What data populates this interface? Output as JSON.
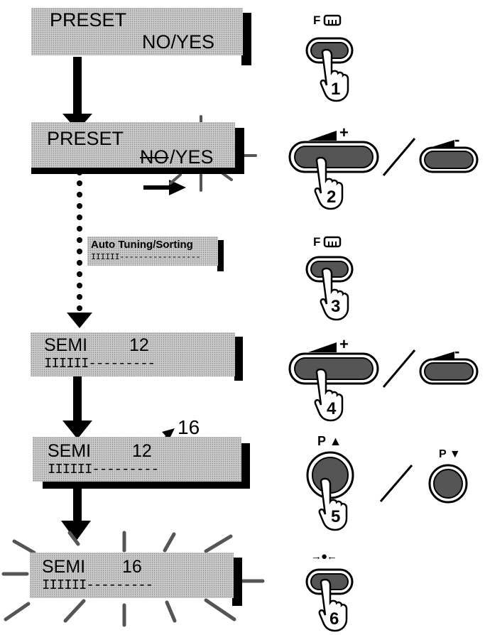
{
  "steps": [
    {
      "line1": "PRESET",
      "line2": "NO/YES"
    },
    {
      "line1": "PRESET",
      "no": "NO",
      "slash_yes": "/YES"
    },
    {
      "line1": "Auto Tuning/Sorting",
      "line2": "IIIIII-----------------"
    },
    {
      "line1": "SEMI",
      "value": "12",
      "line2": "IIIIII---------"
    },
    {
      "line1": "SEMI",
      "value": "12",
      "new_value": "16",
      "line2": "IIIIII---------"
    },
    {
      "line1": "SEMI",
      "value": "16",
      "line2": "IIIIII---------"
    }
  ],
  "buttons": [
    {
      "label": "F",
      "step_number": "1"
    },
    {
      "label": "+",
      "step_number": "2",
      "alt_label": "-"
    },
    {
      "label": "F",
      "step_number": "3"
    },
    {
      "label": "+",
      "step_number": "4",
      "alt_label": "-"
    },
    {
      "label": "P ▲",
      "step_number": "5",
      "alt_label": "P ▼"
    },
    {
      "label": "→●←",
      "step_number": "6"
    }
  ],
  "icons": {
    "button_icon": "pill-button-icon",
    "round_button_icon": "round-button-icon",
    "hand_icon": "pointing-hand-icon",
    "volume_icon": "volume-wedge-icon",
    "keyboard_icon": "keyboard-icon",
    "arrow_icon": "right-arrow-icon",
    "flash_icon": "flash-rays-icon"
  }
}
